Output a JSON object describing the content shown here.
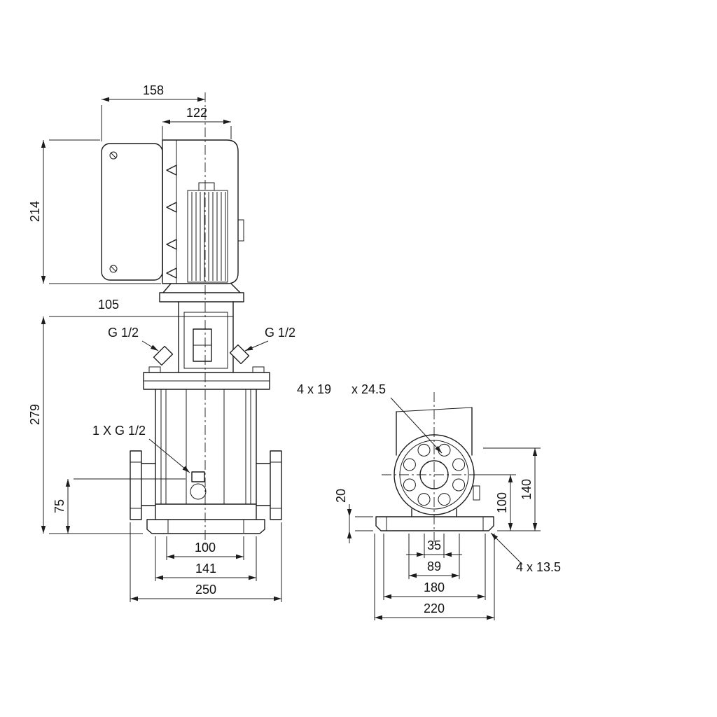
{
  "front_view": {
    "dim_158": "158",
    "dim_122": "122",
    "dim_214": "214",
    "dim_105": "105",
    "dim_279": "279",
    "dim_75": "75",
    "dim_100": "100",
    "dim_141": "141",
    "dim_250": "250",
    "port_left": "G 1/2",
    "port_right": "G 1/2",
    "drain_port": "1 X G 1/2"
  },
  "end_view": {
    "flange_holes": "4 x 19",
    "flange_holes_depth": "x 24.5",
    "dim_20": "20",
    "dim_100": "100",
    "dim_140": "140",
    "dim_35": "35",
    "dim_89": "89",
    "dim_180": "180",
    "dim_220": "220",
    "base_holes": "4  x 13.5"
  },
  "colors": {
    "line": "#1c1c1c",
    "background": "#ffffff"
  }
}
